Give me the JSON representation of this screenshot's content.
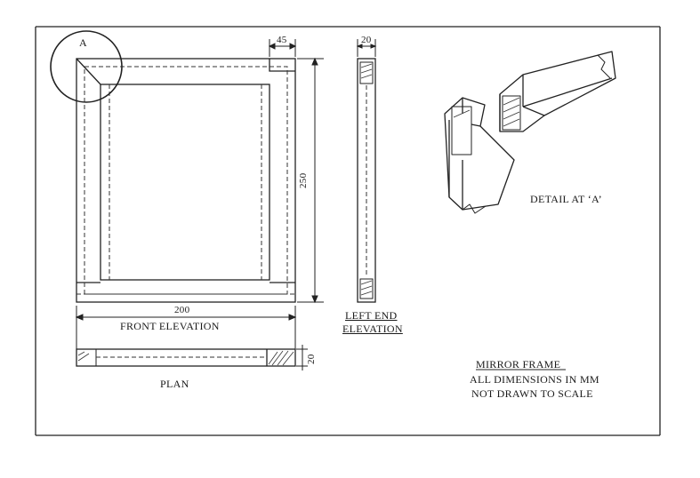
{
  "labels": {
    "corner_marker": "A",
    "front_elevation": "FRONT ELEVATION",
    "plan": "PLAN",
    "left_end_elevation_line1": "LEFT END",
    "left_end_elevation_line2": "ELEVATION",
    "detail": "DETAIL AT ‘A’",
    "title": "MIRROR FRAME",
    "note_dimensions": "ALL DIMENSIONS IN MM",
    "note_scale": "NOT DRAWN TO SCALE"
  },
  "dimensions": {
    "member_width": "45",
    "member_thickness": "20",
    "height": "250",
    "width": "200",
    "plan_thickness": "20"
  }
}
